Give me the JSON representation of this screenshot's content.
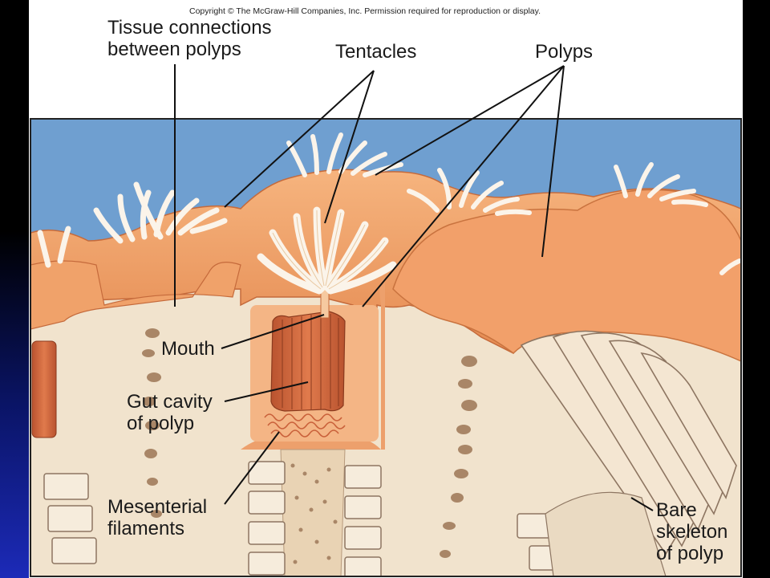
{
  "copyright": "Copyright © The McGraw-Hill Companies, Inc. Permission required for reproduction or display.",
  "labels": {
    "tissue_connections": [
      "Tissue connections",
      "between polyps"
    ],
    "tentacles": "Tentacles",
    "polyps": "Polyps",
    "mouth": "Mouth",
    "gut_cavity": [
      "Gut cavity",
      "of polyp"
    ],
    "mesenterial": [
      "Mesenterial",
      "filaments"
    ],
    "bare_skeleton": [
      "Bare",
      "skeleton",
      "of polyp"
    ]
  },
  "colors": {
    "sea": "#6f9fd0",
    "tissue": "#f0a26a",
    "tissue_dark": "#d77844",
    "skeleton": "#f1e3cd",
    "tentacle": "#fbf4ea",
    "gut": "#c9603a",
    "pores": "#a98667"
  }
}
